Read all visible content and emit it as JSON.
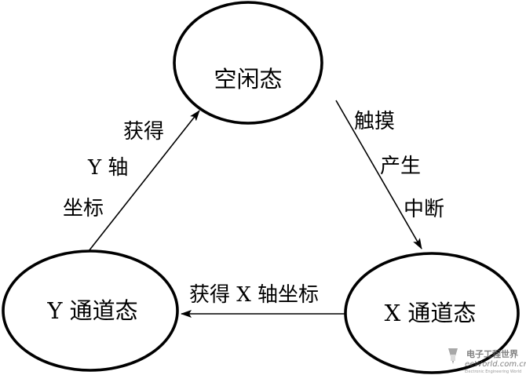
{
  "nodes": {
    "idle": {
      "label": "空闲态"
    },
    "x_channel": {
      "label": "X 通道态"
    },
    "y_channel": {
      "label": "Y 通道态"
    }
  },
  "edges": {
    "touch_interrupt": {
      "lines": [
        "触摸",
        "产生",
        "中断"
      ]
    },
    "get_x": {
      "label": "获得 X 轴坐标"
    },
    "get_y": {
      "lines": [
        "获得",
        "Y 轴",
        "坐标"
      ]
    }
  },
  "watermark": {
    "line1": "电子工程世界",
    "line2": "eeWorld.com.cn",
    "line3": "Electronic Engineering World"
  },
  "colors": {
    "stroke": "#000000",
    "background": "#ffffff"
  }
}
